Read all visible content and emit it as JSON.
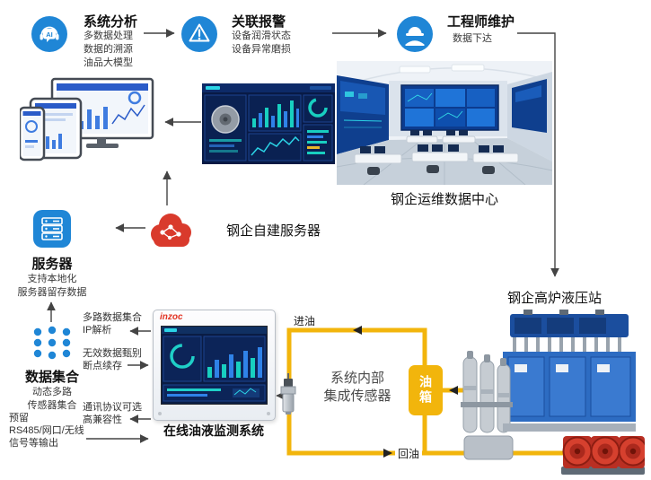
{
  "colors": {
    "accent_blue": "#1f86d6",
    "cloud_red": "#d93a2c",
    "pipe_yellow": "#f2b50c",
    "brand_red": "#e23424"
  },
  "nodes": {
    "analysis": {
      "title": "系统分析",
      "lines": [
        "多数据处理",
        "数据的溯源",
        "油品大模型"
      ]
    },
    "alarm": {
      "title": "关联报警",
      "lines": [
        "设备润滑状态",
        "设备异常磨损"
      ]
    },
    "engineer": {
      "title": "工程师维护",
      "lines": [
        "数据下达"
      ]
    },
    "server": {
      "title": "服务器",
      "lines": [
        "支持本地化",
        "服务器留存数据"
      ]
    },
    "collection": {
      "title": "数据集合",
      "lines": [
        "动态多路",
        "传感器集合"
      ]
    },
    "cloud": {
      "label": "钢企自建服务器"
    }
  },
  "captions": {
    "data_center": "钢企运维数据中心",
    "hydraulic_station": "钢企高炉液压站",
    "monitor": "在线油液监测系统"
  },
  "monitor_device": {
    "brand": "inzoc"
  },
  "side_notes": [
    {
      "lines": [
        "多路数据集合",
        "IP解析"
      ]
    },
    {
      "lines": [
        "无效数据甄别",
        "断点续存"
      ]
    },
    {
      "lines": [
        "通讯协议可选",
        "高兼容性"
      ]
    },
    {
      "lines": [
        "预留",
        "RS485/网口/无线",
        "信号等输出"
      ]
    }
  ],
  "pipeline": {
    "inlet": "进油",
    "return": "回油",
    "tank": "油箱",
    "sensor_note_lines": [
      "系统内部",
      "集成传感器"
    ]
  }
}
